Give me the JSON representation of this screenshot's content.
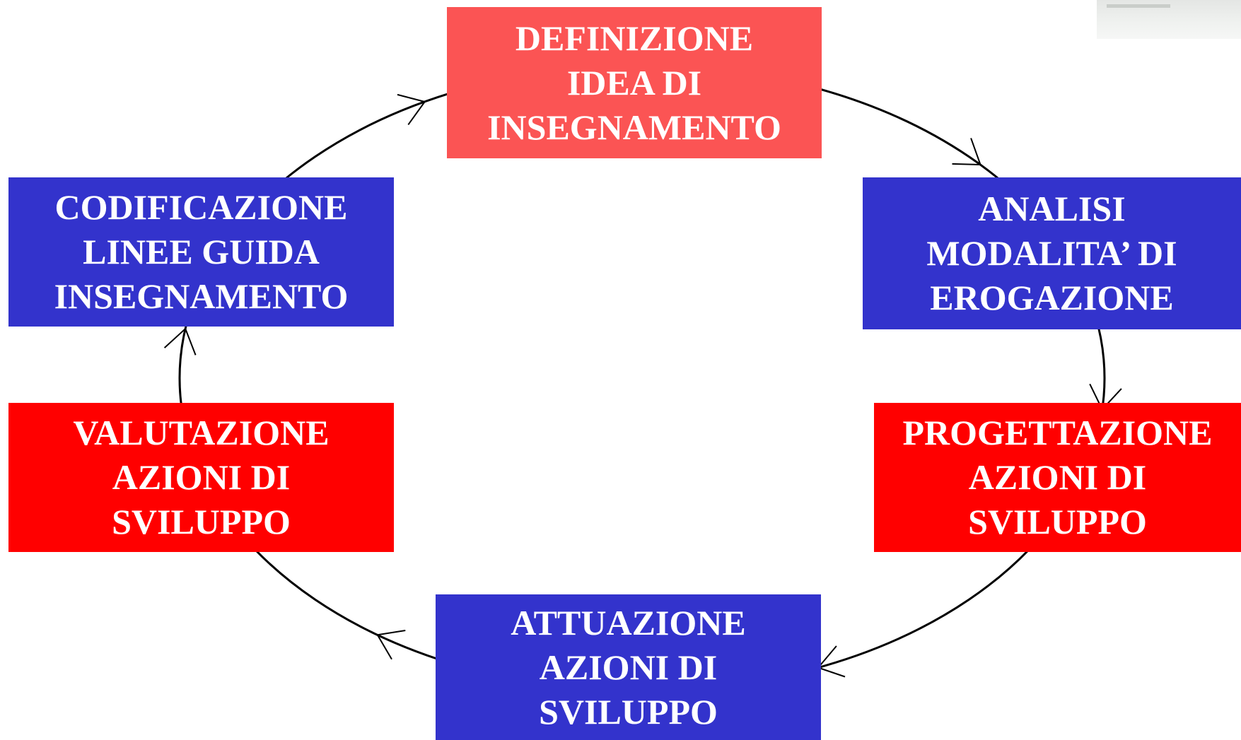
{
  "colors": {
    "pink_red": "#fb5454",
    "red": "#ff0000",
    "blue": "#3333cc",
    "line": "#000000",
    "text": "#ffffff"
  },
  "steps": [
    {
      "id": "definizione",
      "label": "DEFINIZIONE\nIDEA DI\nINSEGNAMENTO",
      "color": "#fb5454"
    },
    {
      "id": "analisi",
      "label": "ANALISI\nMODALITA’ DI\nEROGAZIONE",
      "color": "#3333cc"
    },
    {
      "id": "progettazione",
      "label": "PROGETTAZIONE\nAZIONI DI\nSVILUPPO",
      "color": "#ff0000"
    },
    {
      "id": "attuazione",
      "label": "ATTUAZIONE\nAZIONI DI\nSVILUPPO",
      "color": "#3333cc"
    },
    {
      "id": "valutazione",
      "label": "VALUTAZIONE\nAZIONI DI\nSVILUPPO",
      "color": "#ff0000"
    },
    {
      "id": "codificazione",
      "label": "CODIFICAZIONE\nLINEE GUIDA\nINSEGNAMENTO",
      "color": "#3333cc"
    }
  ],
  "flow_direction": "clockwise"
}
